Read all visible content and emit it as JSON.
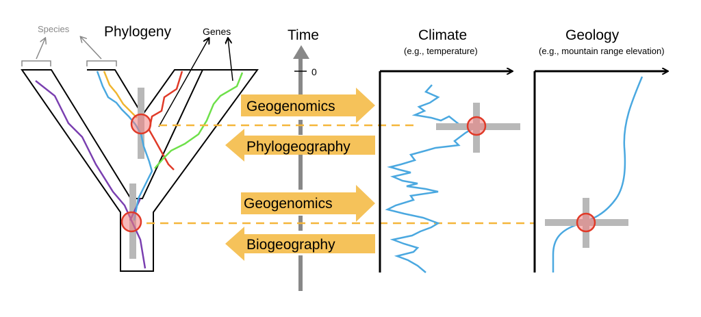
{
  "labels": {
    "species": "Species",
    "phylogeny": "Phylogeny",
    "genes": "Genes",
    "time": "Time",
    "time_zero": "0",
    "climate": "Climate",
    "climate_sub": "(e.g., temperature)",
    "geology": "Geology",
    "geology_sub": "(e.g., mountain range elevation)"
  },
  "arrows": [
    {
      "label": "Geogenomics",
      "direction": "right"
    },
    {
      "label": "Phylogeography",
      "direction": "left"
    },
    {
      "label": "Geogenomics",
      "direction": "right"
    },
    {
      "label": "Biogeography",
      "direction": "left"
    }
  ],
  "colors": {
    "gene_purple": "#7a3fb0",
    "gene_blue": "#4aa8e0",
    "gene_orange": "#f0b530",
    "gene_red": "#e03a28",
    "gene_green": "#6ee04a",
    "event_marker": "#e05050",
    "crosshair": "#b8b8b8",
    "arrow_fill": "#f5c25a",
    "dashed_line": "#f5b63a",
    "climate_line": "#4aa8e0",
    "axis": "#888888"
  }
}
